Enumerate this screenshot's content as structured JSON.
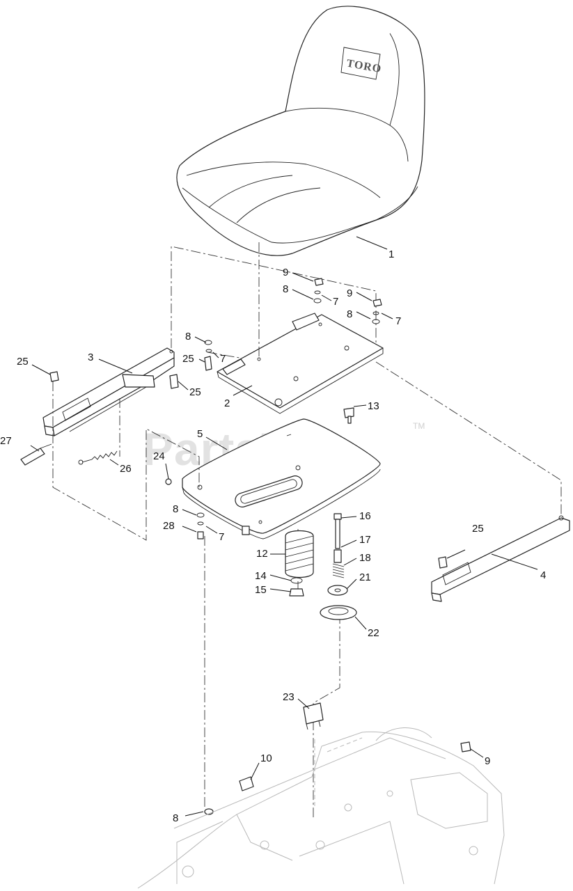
{
  "watermark": {
    "text": "PartsTree",
    "mark": "TM"
  },
  "seat_logo": "TORO",
  "callouts": {
    "c1": "1",
    "c2": "2",
    "c3": "3",
    "c4": "4",
    "c5": "5",
    "c7a": "7",
    "c7b": "7",
    "c7c": "7",
    "c7d": "7",
    "c8a": "8",
    "c8b": "8",
    "c8c": "8",
    "c8d": "8",
    "c8e": "8",
    "c9a": "9",
    "c9b": "9",
    "c9c": "9",
    "c10": "10",
    "c12": "12",
    "c13": "13",
    "c14": "14",
    "c15": "15",
    "c16": "16",
    "c17": "17",
    "c18": "18",
    "c21": "21",
    "c22": "22",
    "c23": "23",
    "c24": "24",
    "c25a": "25",
    "c25b": "25",
    "c25c": "25",
    "c25d": "25",
    "c26": "26",
    "c27": "27",
    "c28": "28"
  }
}
